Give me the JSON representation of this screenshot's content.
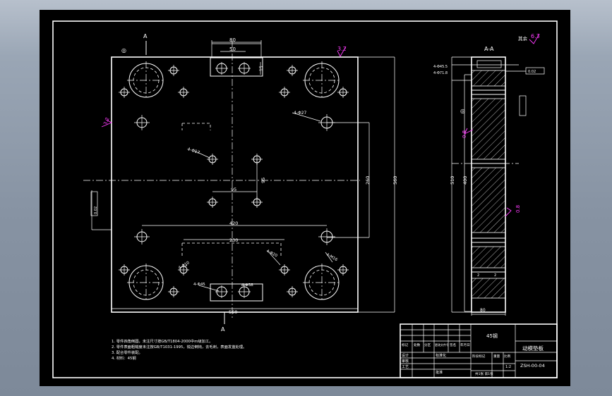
{
  "drawing": {
    "section_label": "A-A",
    "section_arrow_label": "A",
    "roughness_global": "其余",
    "roughness_global_value": "6.3",
    "roughness_marks": [
      "3.2",
      "3.2",
      "0.8",
      "0.8"
    ],
    "dims": {
      "top_slot_width": "80",
      "top_slot_inner": "50",
      "top_slot_depth": "15",
      "hole_spacing_small": "95",
      "half_height": "95",
      "center_height": "260",
      "total_height": "560",
      "lower_width": "420",
      "lower_inner": "230",
      "total_width": "560",
      "side_510": "510",
      "side_400": "400",
      "thickness": "80",
      "side_thk_small": "2",
      "side_thk_small2": "2",
      "tolerance_box": "0.02"
    },
    "callouts": {
      "holes_27": "4-Φ27",
      "holes_17": "4-Φ17",
      "holes_10": "4-Φ10",
      "holes_20": "4-Φ20",
      "holes_m16": "4-M16",
      "holes_45": "4-Φ45",
      "holes_38": "4-Φ38",
      "sec_holes_a": "4-Φ45.5",
      "sec_holes_b": "4-Φ71.8"
    },
    "notes": [
      "1. 零件四角倒圆，未注尺寸按GB/T1804-2000中m级加工。",
      "2. 零件表面粗糙度未注按GB/T1031-1995，锐边倒钝，去毛刺，表面发蓝处理。",
      "3. 配合零件装配。",
      "4. 材料：45钢"
    ]
  },
  "title_block": {
    "part_name": "动模垫板",
    "drawing_no": "ZSH-00-04",
    "material": "45钢",
    "scale": "1:2",
    "sheet": "共1张 第1张",
    "row_labels": [
      "标记",
      "处数",
      "分区",
      "更改文件号",
      "签名",
      "年月日"
    ],
    "designer_label": "设计",
    "standard_label": "标准化",
    "approve_label": "批准",
    "review_label": "审核",
    "craft_label": "工艺",
    "stage_label": "阶段标记",
    "weight_label": "重量",
    "scale_label": "比例"
  }
}
